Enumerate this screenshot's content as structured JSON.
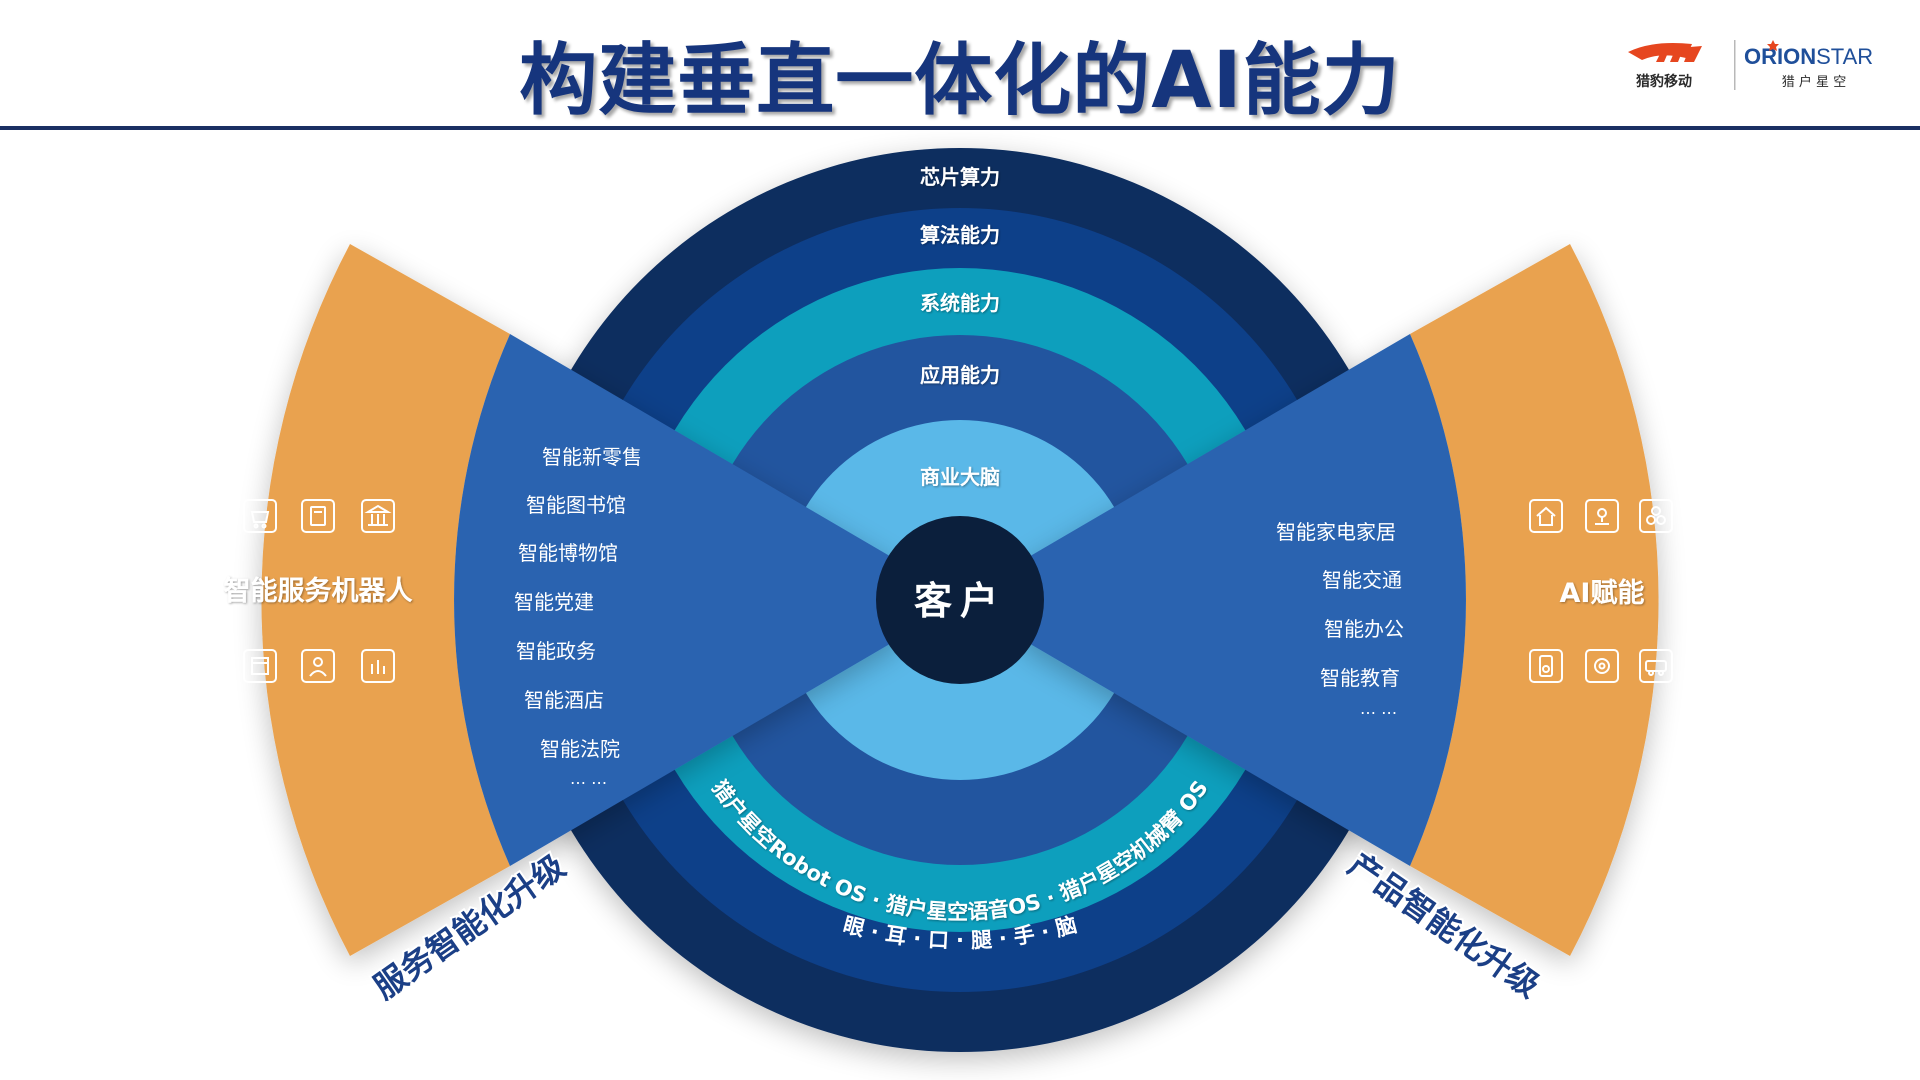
{
  "header": {
    "title": "构建垂直一体化的AI能力",
    "logo_cm_label": "猎豹移动",
    "logo_orion_prefix": "ORION",
    "logo_orion_suffix": "STAR",
    "logo_orion_label": "猎 户 星 空"
  },
  "diagram": {
    "center_label": "客户",
    "rings": [
      {
        "label": "芯片算力"
      },
      {
        "label": "算法能力"
      },
      {
        "label": "系统能力"
      },
      {
        "label": "应用能力"
      },
      {
        "label": "商业大脑"
      }
    ],
    "bottom_ring_os": "猎户星空Robot OS · 猎户星空语音OS · 猎户星空机械臂 OS",
    "bottom_ring_senses": "眼 · 耳 · 口 · 腿 · 手 · 脑",
    "left_wing": {
      "title": "智能服务机器人",
      "items": [
        "智能新零售",
        "智能图书馆",
        "智能博物馆",
        "智能党建",
        "智能政务",
        "智能酒店",
        "智能法院"
      ],
      "more": "… …",
      "caption": "服务智能化升级",
      "icons_top": [
        "retail-icon",
        "book-icon",
        "museum-icon"
      ],
      "icons_bottom": [
        "calendar-icon",
        "person-icon",
        "chart-icon"
      ]
    },
    "right_wing": {
      "title": "AI赋能",
      "items": [
        "智能家电家居",
        "智能交通",
        "智能办公",
        "智能教育"
      ],
      "more": "… …",
      "caption": "产品智能化升级",
      "icons_top": [
        "home-icon",
        "location-icon",
        "gears-icon"
      ],
      "icons_bottom": [
        "speaker-icon",
        "settings-icon",
        "vehicle-icon"
      ]
    },
    "colors": {
      "ring_outer": "#0d2d5e",
      "ring_2": "#0b3f89",
      "ring_3": "#0d9fbd",
      "ring_4": "#23559f",
      "ring_inner": "#5ab8e8",
      "center": "#0b1f3c",
      "wing_blue": "#2c64b0",
      "wing_orange": "#e9a24f",
      "caption": "#1b3f86"
    }
  }
}
